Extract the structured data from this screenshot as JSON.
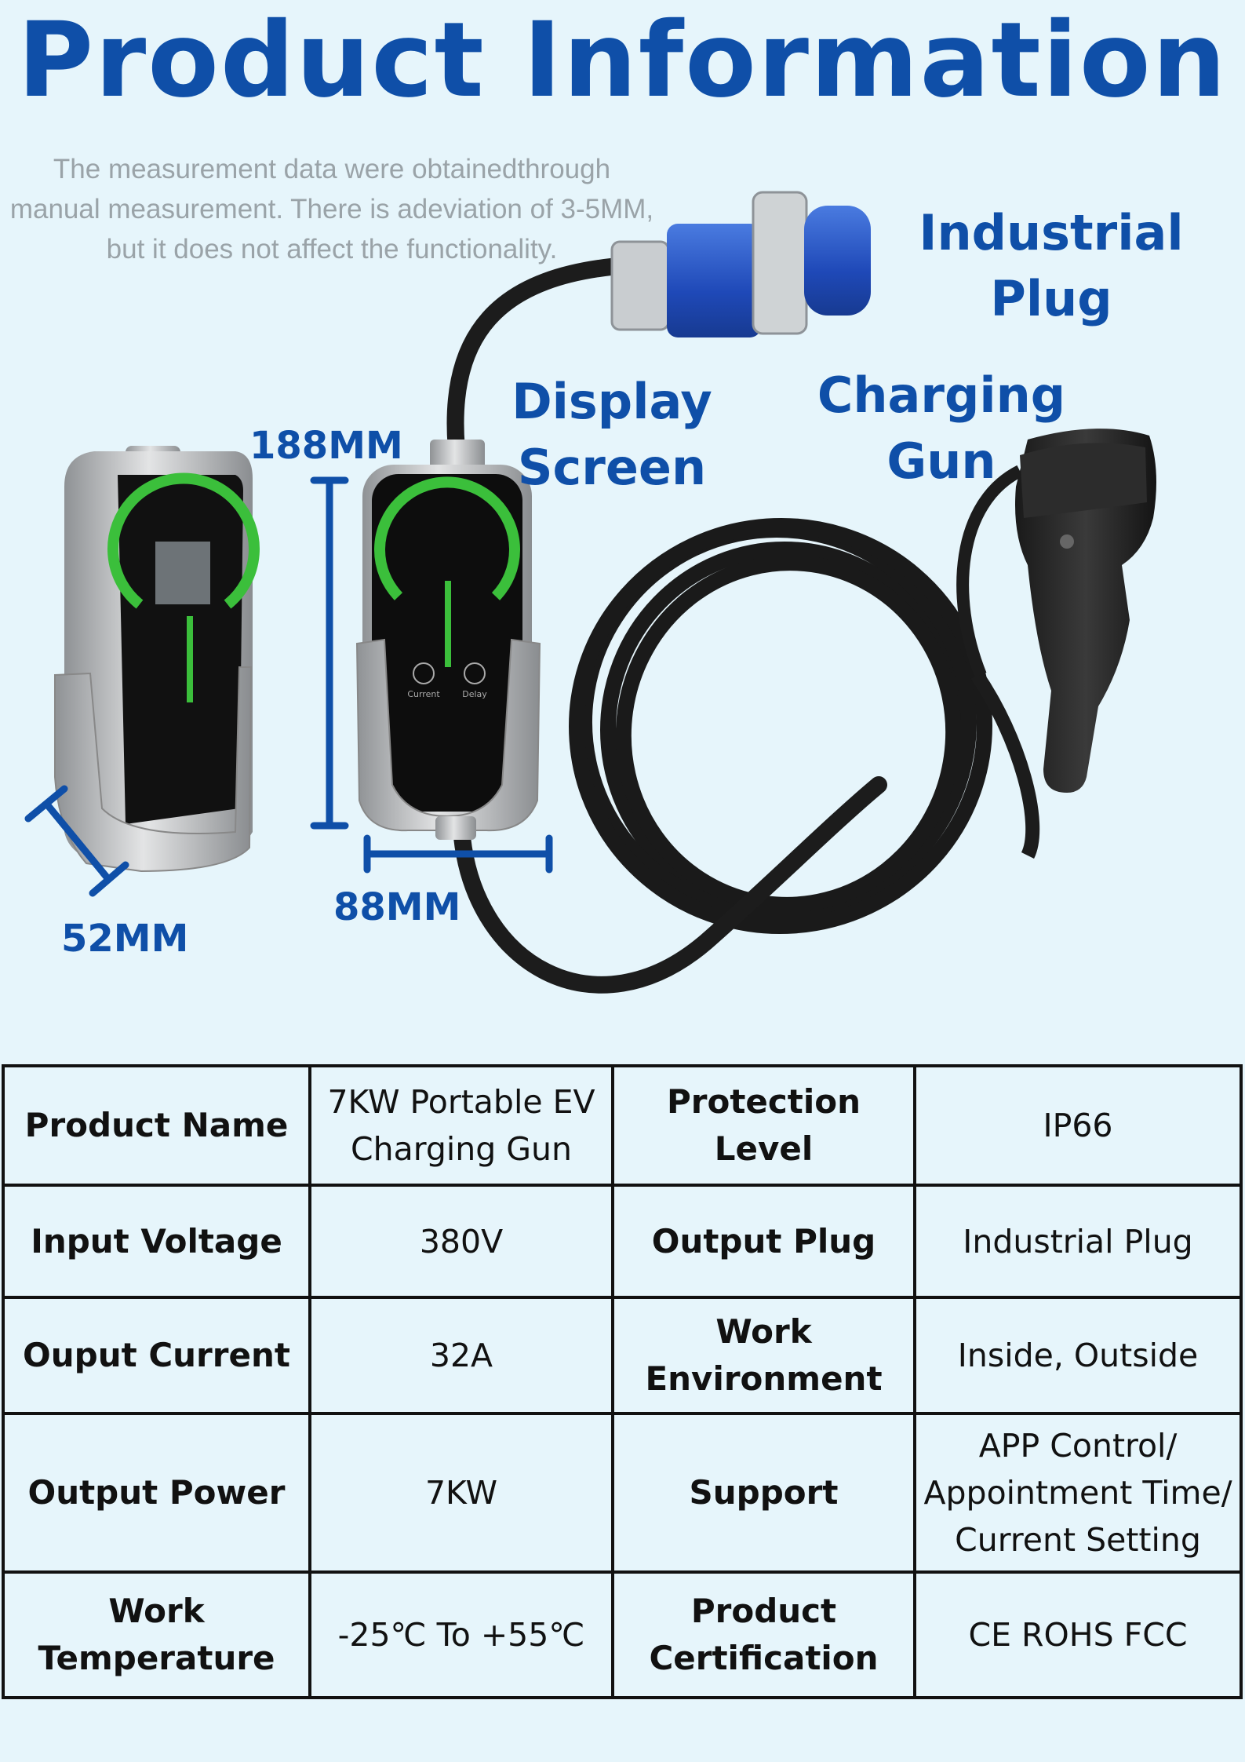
{
  "title": "Product Information",
  "note": "The measurement data were obtainedthrough manual measurement. There is adeviation of 3-5MM, but it does not affect the functionality.",
  "labels": {
    "industrial_plug": "Industrial Plug",
    "display_screen": "Display Screen",
    "charging_gun": "Charging Gun"
  },
  "dimensions": {
    "height": "188MM",
    "width": "88MM",
    "depth": "52MM"
  },
  "device_screen": {
    "current_label": "Current",
    "delay_label": "Delay"
  },
  "colors": {
    "accent": "#0f4fa8",
    "background": "#e6f5fb",
    "ring_green": "#3bbf3b",
    "plug_blue": "#2a57c9"
  },
  "specs": [
    {
      "key1": "Product Name",
      "val1": "7KW Portable EV Charging Gun",
      "key2": "Protection Level",
      "val2": "IP66"
    },
    {
      "key1": "Input Voltage",
      "val1": "380V",
      "key2": "Output Plug",
      "val2": "Industrial Plug"
    },
    {
      "key1": "Ouput Current",
      "val1": "32A",
      "key2": "Work Environment",
      "val2": "Inside, Outside"
    },
    {
      "key1": "Output Power",
      "val1": "7KW",
      "key2": "Support",
      "val2": "APP Control/ Appointment Time/ Current Setting"
    },
    {
      "key1": "Work Temperature",
      "val1": "-25℃ To +55℃",
      "key2": "Product Certification",
      "val2": "CE ROHS FCC"
    }
  ]
}
